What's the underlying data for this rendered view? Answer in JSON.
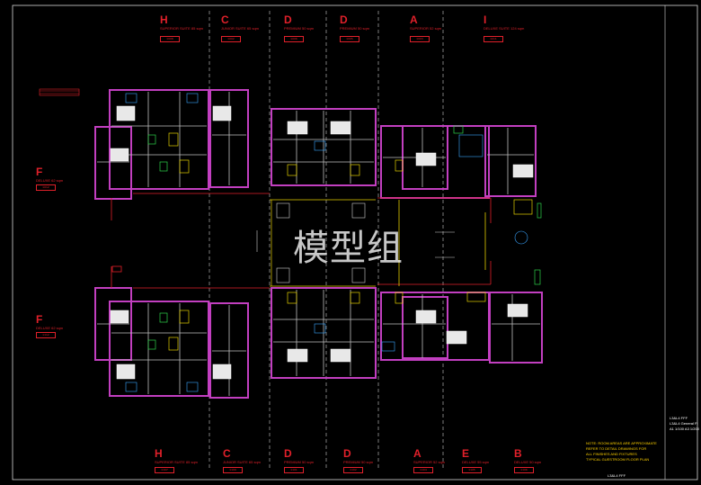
{
  "watermark": "模型组",
  "top_units": [
    {
      "letter": "H",
      "name": "SUPERIOR SUITE 85 sqm",
      "code": "1008"
    },
    {
      "letter": "C",
      "name": "JUNIOR SUITE 65 sqm",
      "code": "1002"
    },
    {
      "letter": "D",
      "name": "PREMIUM 50 sqm",
      "code": "1006"
    },
    {
      "letter": "D",
      "name": "PREMIUM 50 sqm",
      "code": "1005"
    },
    {
      "letter": "A",
      "name": "SUPERIOR 52 sqm",
      "code": "1003"
    },
    {
      "letter": "I",
      "name": "DELUXE SUITE 124 sqm",
      "code": "1011"
    }
  ],
  "bottom_units": [
    {
      "letter": "H",
      "name": "SUPERIOR SUITE 85 sqm",
      "code": "1107"
    },
    {
      "letter": "C",
      "name": "JUNIOR SUITE 65 sqm",
      "code": "1109"
    },
    {
      "letter": "D",
      "name": "PREMIUM 50 sqm",
      "code": "1101"
    },
    {
      "letter": "D",
      "name": "PREMIUM 50 sqm",
      "code": "1102"
    },
    {
      "letter": "A",
      "name": "SUPERIOR 52 sqm",
      "code": "1104"
    },
    {
      "letter": "E",
      "name": "DELUXE 55 sqm",
      "code": "1105"
    },
    {
      "letter": "B",
      "name": "DELUXE 50 sqm",
      "code": "1106"
    }
  ],
  "side_units": [
    {
      "letter": "F",
      "name": "DELUXE 62 sqm",
      "code": "1012"
    },
    {
      "letter": "F",
      "name": "DELUXE 62 sqm",
      "code": "1112"
    }
  ],
  "notes": [
    "NOTE: ROOM AREAS ARE APPROXIMATE",
    "REFER TO DETAIL DRAWINGS FOR",
    "ALL FINISHES AND FIXTURES",
    "TYPICAL GUESTROOM FLOOR PLAN"
  ],
  "title_block": [
    "L3&L4 FFF",
    "L3&L4 General Fl",
    "A1 1/100  A3 1/200",
    "L3&L4 FFF"
  ]
}
